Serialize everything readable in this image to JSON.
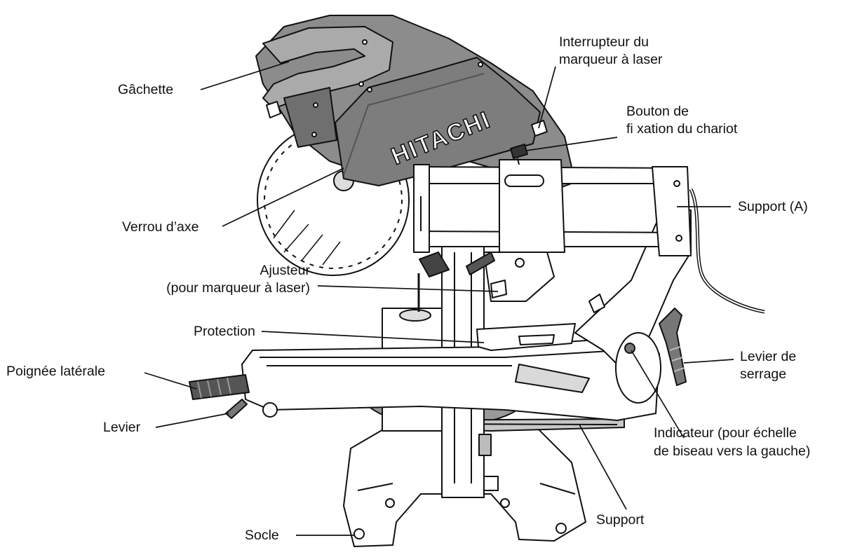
{
  "brand": "HITACHI",
  "labels": {
    "gachette": "Gâchette",
    "interrupteur_1": "Interrupteur du",
    "interrupteur_2": "marqueur à laser",
    "bouton_1": "Bouton de",
    "bouton_2": "fi xation du chariot",
    "support_a": "Support (A)",
    "verrou": "Verrou d’axe",
    "ajusteur_1": "Ajusteur",
    "ajusteur_2": "(pour marqueur à laser)",
    "protection": "Protection",
    "poignee": "Poignée latérale",
    "levier_serrage_1": "Levier de",
    "levier_serrage_2": "serrage",
    "levier": "Levier",
    "indicateur_1": "Indicateur (pour échelle",
    "indicateur_2": "de biseau vers la gauche)",
    "support": "Support",
    "socle": "Socle"
  },
  "colors": {
    "line": "#111111",
    "body_gray": "#8c8c8c",
    "dark_gray": "#6f6f6f",
    "light_gray": "#bdbdbd",
    "white": "#ffffff"
  }
}
